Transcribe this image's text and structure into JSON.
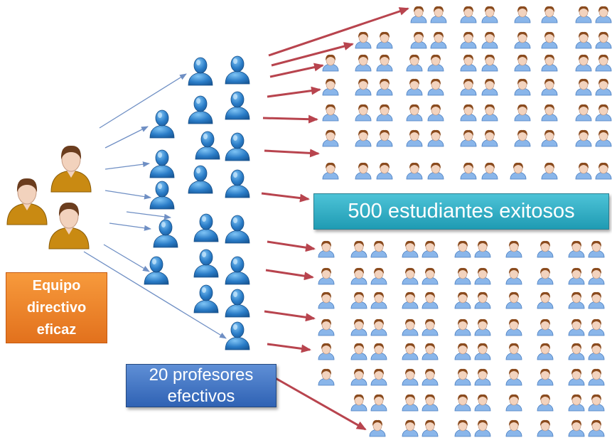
{
  "leaders_box": {
    "lines": [
      "Equipo",
      "directivo",
      "eficaz"
    ]
  },
  "students_box": {
    "label": "500 estudiantes exitosos"
  },
  "teachers_box": {
    "lines": [
      "20 profesores",
      "efectivos"
    ]
  },
  "colors": {
    "leader_box": "#e8791f",
    "students_box": "#31b0c6",
    "teachers_box": "#3e71c0",
    "blue_arrow": "#6f8fc4",
    "red_arrow": "#b8444e",
    "teacher_icon": "#2a7cc7",
    "student_shirt": "#8ab6ea",
    "leader_shirt": "#c98a12"
  },
  "icons": [
    "leader-person-icon",
    "teacher-person-icon",
    "student-person-icon"
  ]
}
